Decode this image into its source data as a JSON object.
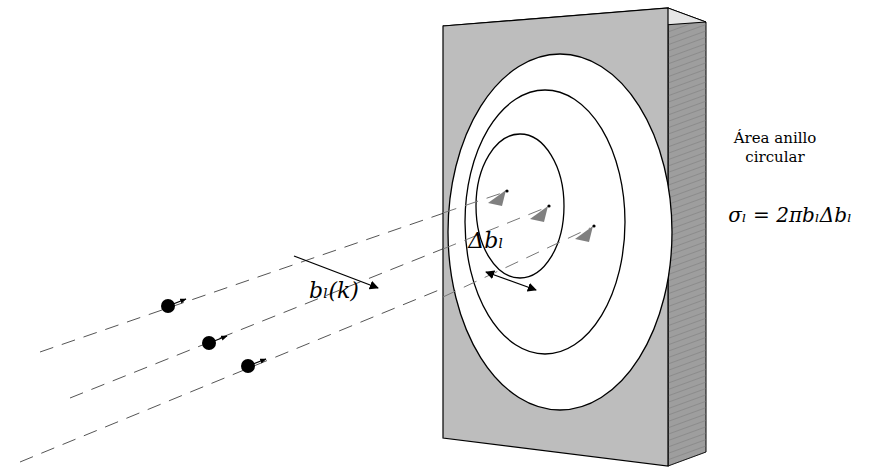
{
  "diagram": {
    "labels": [
      "Área anillo circular",
      "σₗ = 2πbₗΔbₗ",
      "Δbₗ",
      "bₗ(k)"
    ]
  }
}
